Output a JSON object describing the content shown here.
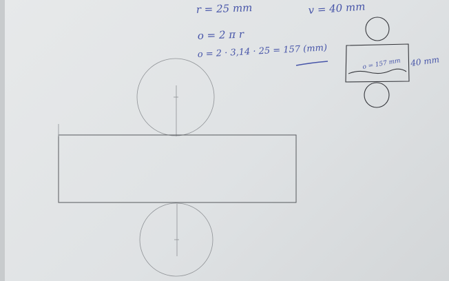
{
  "notes": {
    "radius_line": "r = 25 mm",
    "height_line": "v = 40 mm",
    "formula_line": "o = 2 π r",
    "calc_line": "o = 2 · 3,14 · 25 = 157 (mm)",
    "rect_height_label": "40 mm",
    "rect_width_label": "o = 157 mm"
  },
  "colors": {
    "ink_blue": "#4654a8",
    "pencil_gray": "#55585c",
    "paper": "#e2e4e6"
  }
}
